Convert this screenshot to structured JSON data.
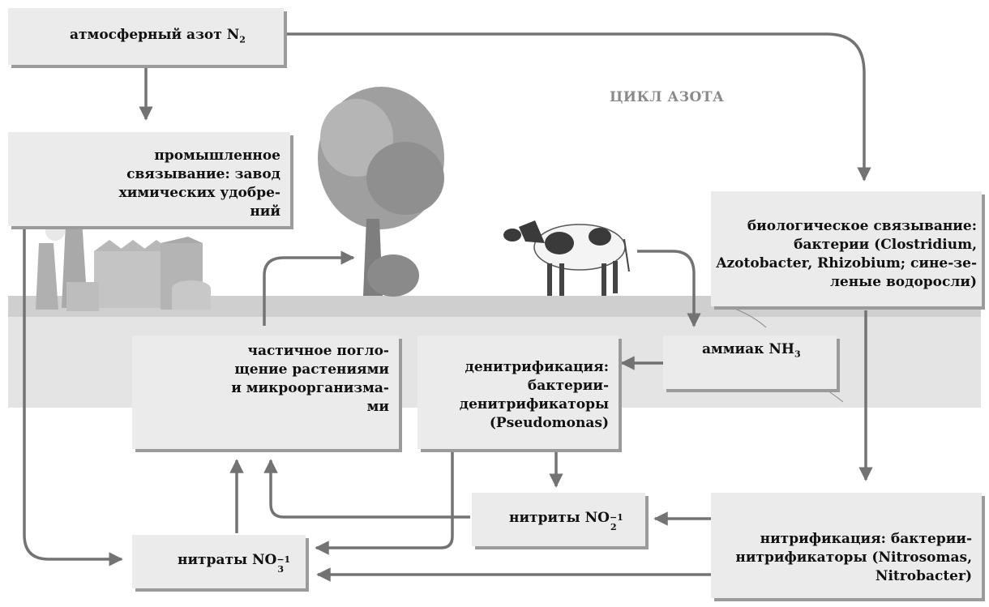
{
  "title": "ЦИКЛ АЗОТА",
  "nodes": {
    "atmospheric": {
      "label": "атмосферный азот N",
      "sub": "2"
    },
    "industrial": {
      "lines": [
        "промышленное",
        "связывание: завод",
        "химических удобре-",
        "ний"
      ]
    },
    "biological": {
      "lines": [
        "биологическое связывание:",
        "бактерии (Clostridium,",
        "Azotobacter, Rhizobium; сине-зе-",
        "леные водоросли)"
      ]
    },
    "partial_uptake": {
      "lines": [
        "частичное погло-",
        "щение растениями",
        "и микроорганизма-",
        "ми"
      ]
    },
    "denitrification": {
      "lines": [
        "денитрификация:",
        "бактерии-",
        "денитрификаторы",
        "(Pseudomonas)"
      ]
    },
    "ammonia": {
      "label": "аммиак NH",
      "sub": "3"
    },
    "nitrites": {
      "label": "нитриты NO",
      "sup": "−1",
      "sub": "2"
    },
    "nitrates": {
      "label": "нитраты NO",
      "sup": "−1",
      "sub": "3"
    },
    "nitrification": {
      "lines": [
        "нитрификация: бактерии-",
        "нитрификаторы (Nitrosomas,",
        "Nitrobacter)"
      ]
    }
  },
  "colors": {
    "arrow": "#737373",
    "box": "#ebebeb",
    "shadow": "#9b9b9b",
    "ground": "#e4e4e4"
  }
}
